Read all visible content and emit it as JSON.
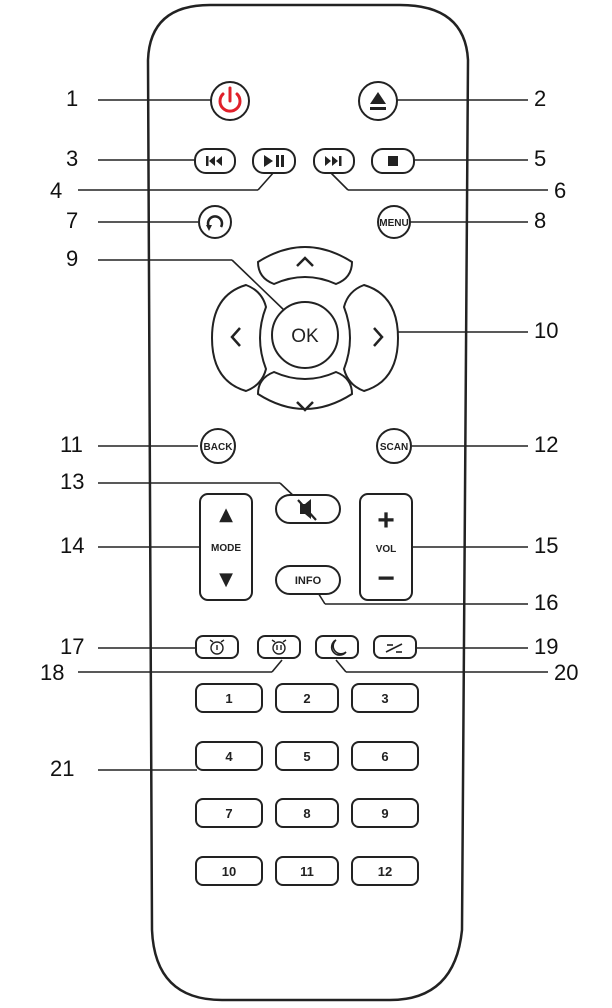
{
  "callouts": [
    "1",
    "2",
    "3",
    "4",
    "5",
    "6",
    "7",
    "8",
    "9",
    "10",
    "11",
    "12",
    "13",
    "14",
    "15",
    "16",
    "17",
    "18",
    "19",
    "20",
    "21"
  ],
  "buttons": {
    "ok": "OK",
    "menu": "MENU",
    "back": "BACK",
    "scan": "SCAN",
    "mode": "MODE",
    "vol": "VOL",
    "vol_plus": "+",
    "vol_minus": "−",
    "mode_up": "▲",
    "mode_down": "▼",
    "info": "INFO",
    "numbers": [
      "1",
      "2",
      "3",
      "4",
      "5",
      "6",
      "7",
      "8",
      "9",
      "10",
      "11",
      "12"
    ]
  },
  "colors": {
    "outline": "#222222",
    "power_icon": "#e0202a",
    "background": "#ffffff"
  },
  "icons": {
    "b1": "power-icon",
    "b2": "eject-icon",
    "b3": "previous-icon",
    "b4": "play-pause-icon",
    "b5": "stop-icon",
    "b6": "next-icon",
    "b7": "repeat-icon",
    "b13": "mute-icon",
    "b17": "alarm-1-icon",
    "b18": "alarm-2-icon",
    "b19": "equalizer-icon",
    "b20": "sleep-icon"
  }
}
